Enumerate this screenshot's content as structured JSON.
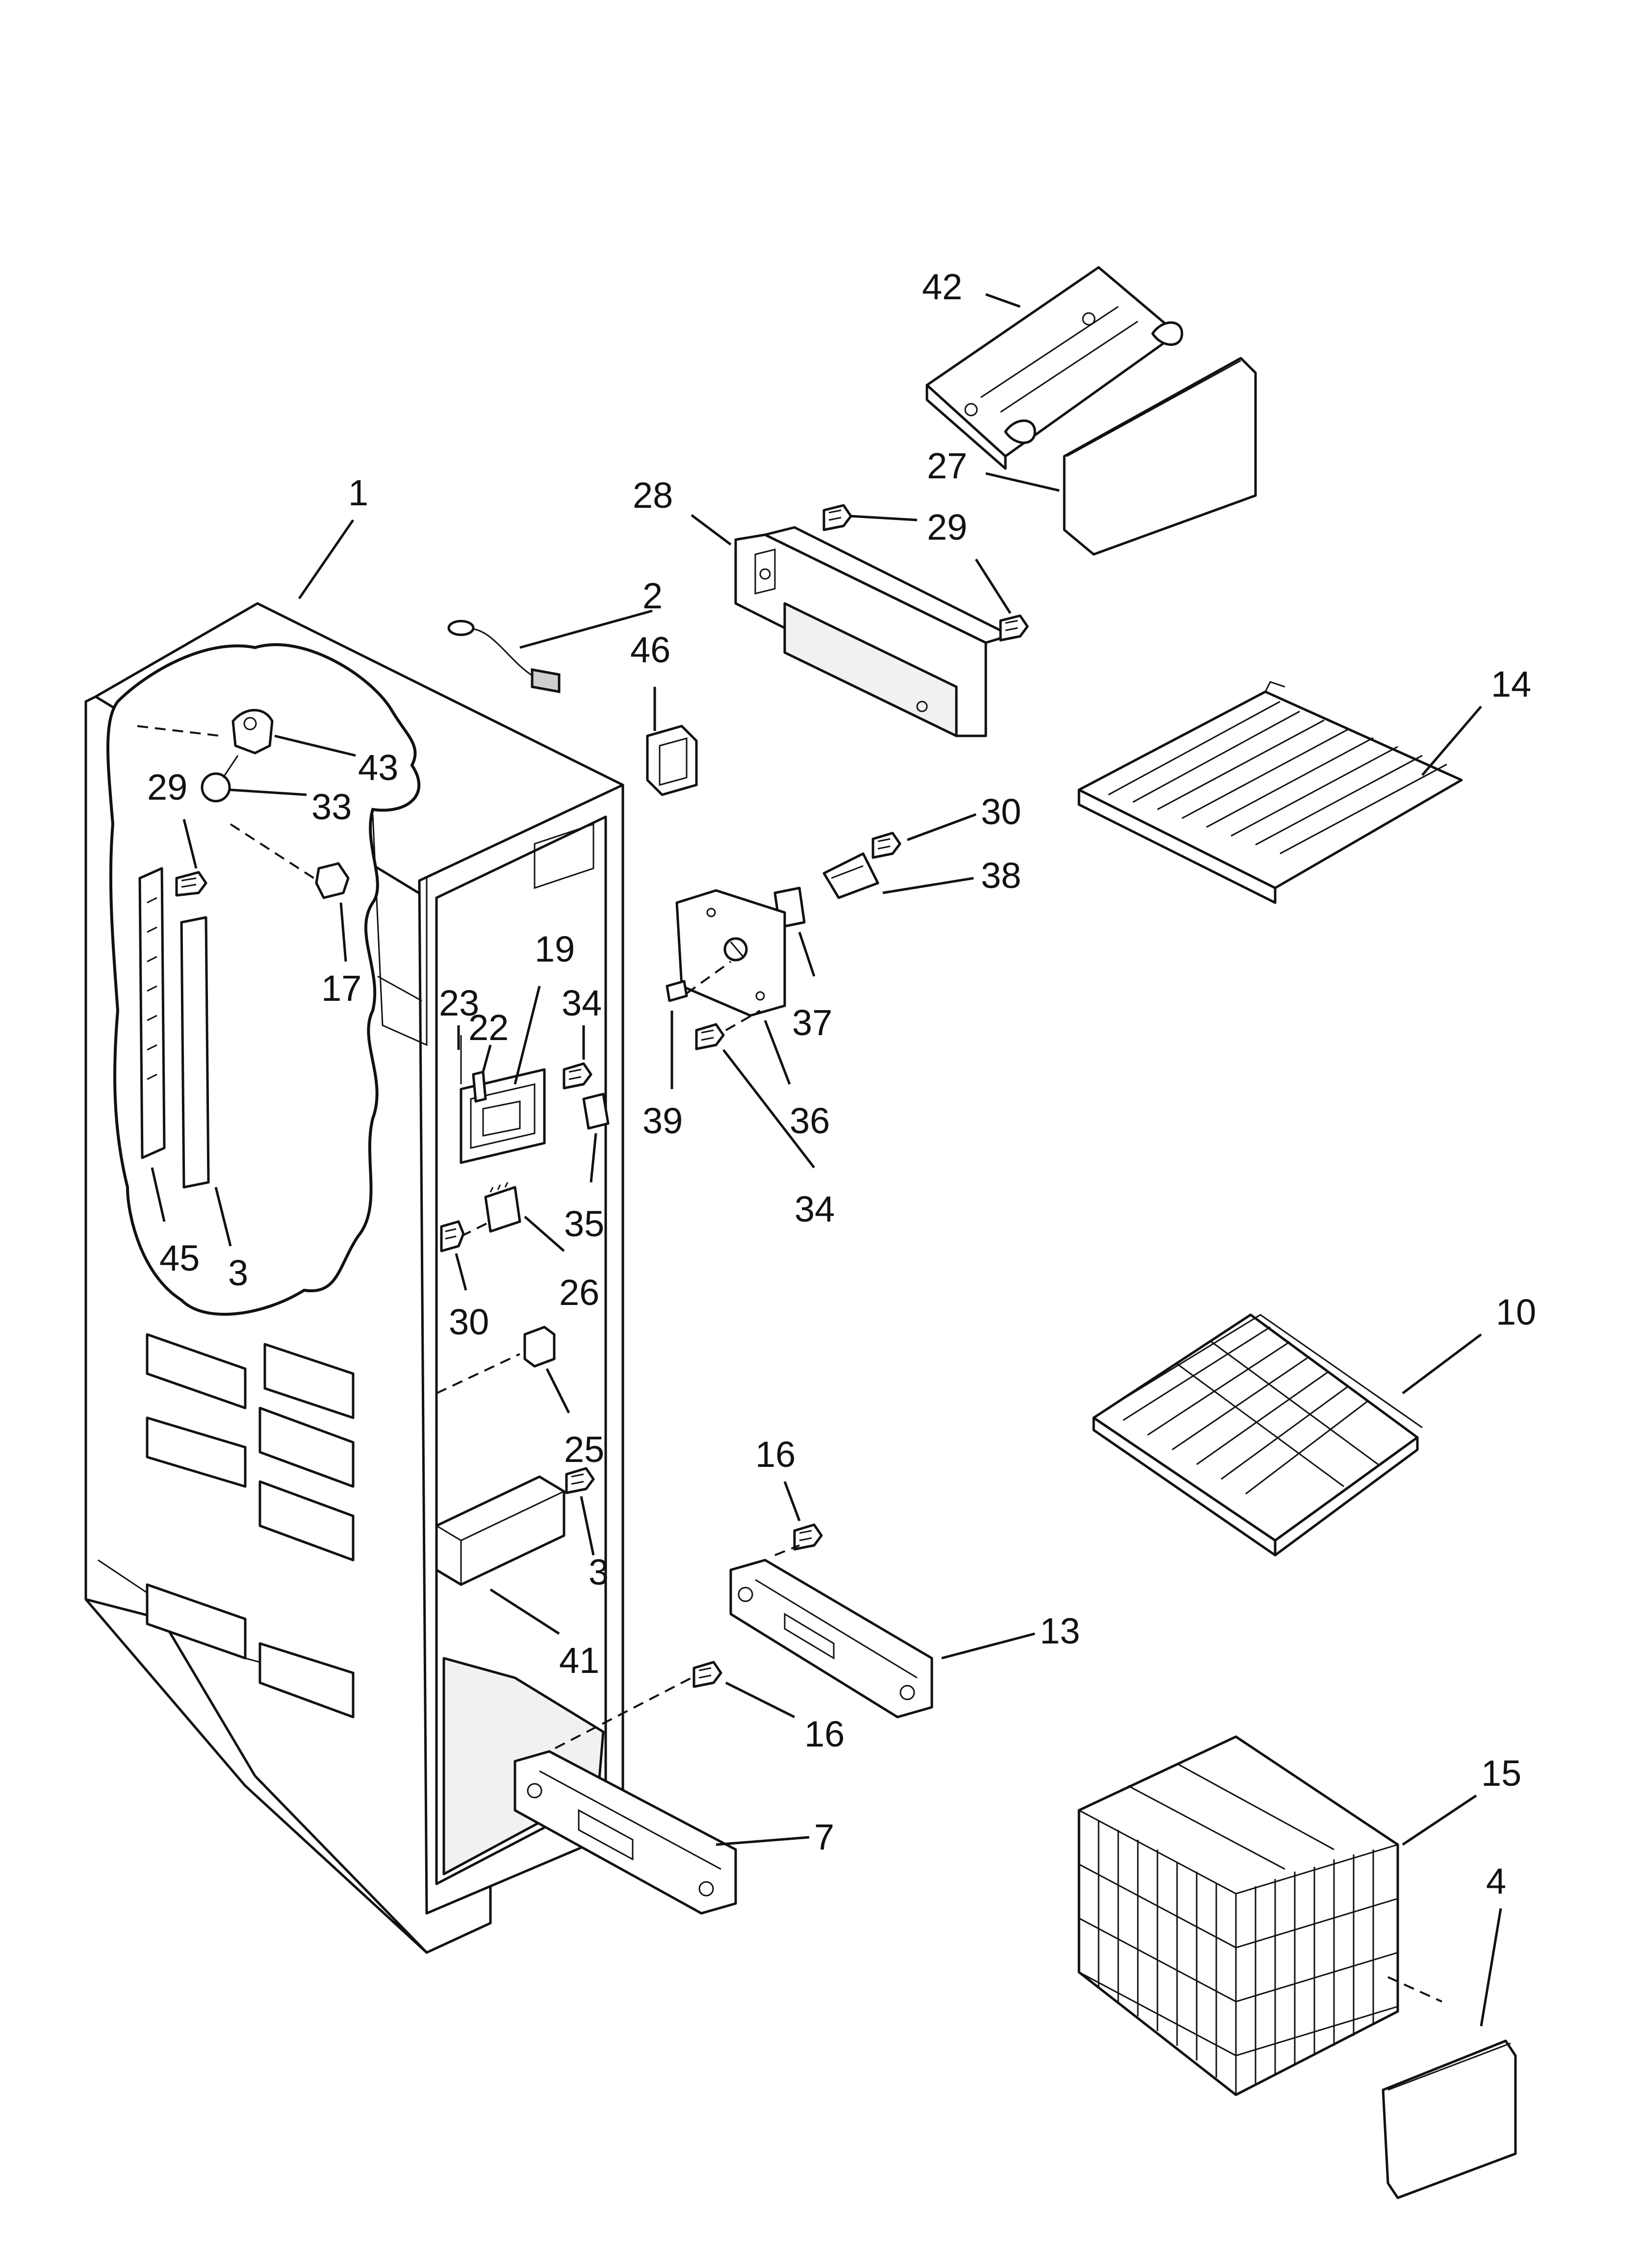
{
  "callouts": [
    {
      "id": "c1",
      "label": "1"
    },
    {
      "id": "c2",
      "label": "2"
    },
    {
      "id": "c46",
      "label": "46"
    },
    {
      "id": "c42",
      "label": "42"
    },
    {
      "id": "c27",
      "label": "27"
    },
    {
      "id": "c28",
      "label": "28"
    },
    {
      "id": "c29a",
      "label": "29"
    },
    {
      "id": "c29b",
      "label": "29"
    },
    {
      "id": "c43",
      "label": "43"
    },
    {
      "id": "c33",
      "label": "33"
    },
    {
      "id": "c17",
      "label": "17"
    },
    {
      "id": "c45",
      "label": "45"
    },
    {
      "id": "c3a",
      "label": "3"
    },
    {
      "id": "c14",
      "label": "14"
    },
    {
      "id": "c30a",
      "label": "30"
    },
    {
      "id": "c38",
      "label": "38"
    },
    {
      "id": "c37",
      "label": "37"
    },
    {
      "id": "c39",
      "label": "39"
    },
    {
      "id": "c36",
      "label": "36"
    },
    {
      "id": "c34a",
      "label": "34"
    },
    {
      "id": "c19",
      "label": "19"
    },
    {
      "id": "c23",
      "label": "23"
    },
    {
      "id": "c22",
      "label": "22"
    },
    {
      "id": "c34b",
      "label": "34"
    },
    {
      "id": "c35",
      "label": "35"
    },
    {
      "id": "c26",
      "label": "26"
    },
    {
      "id": "c30b",
      "label": "30"
    },
    {
      "id": "c25",
      "label": "25"
    },
    {
      "id": "c3b",
      "label": "3"
    },
    {
      "id": "c41",
      "label": "41"
    },
    {
      "id": "c10",
      "label": "10"
    },
    {
      "id": "c16a",
      "label": "16"
    },
    {
      "id": "c13",
      "label": "13"
    },
    {
      "id": "c16b",
      "label": "16"
    },
    {
      "id": "c7",
      "label": "7"
    },
    {
      "id": "c15",
      "label": "15"
    },
    {
      "id": "c4",
      "label": "4"
    }
  ]
}
